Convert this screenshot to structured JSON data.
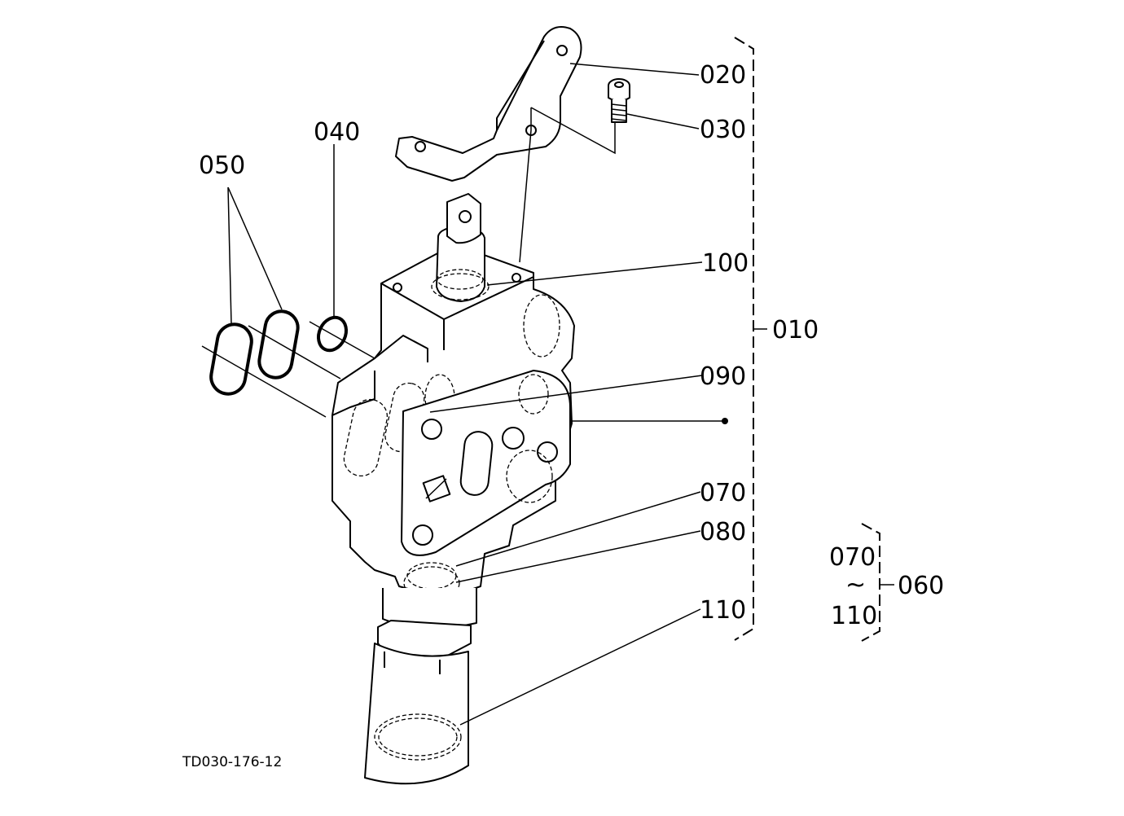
{
  "drawing_code": "TD030-176-12",
  "callouts": {
    "c020": "020",
    "c030": "030",
    "c040": "040",
    "c050": "050",
    "c100": "100",
    "c010": "010",
    "c090": "090",
    "c070": "070",
    "c080": "080",
    "c110": "110"
  },
  "kit": {
    "range_from": "070",
    "range_sep": "~",
    "range_to": "110",
    "label": "060"
  }
}
